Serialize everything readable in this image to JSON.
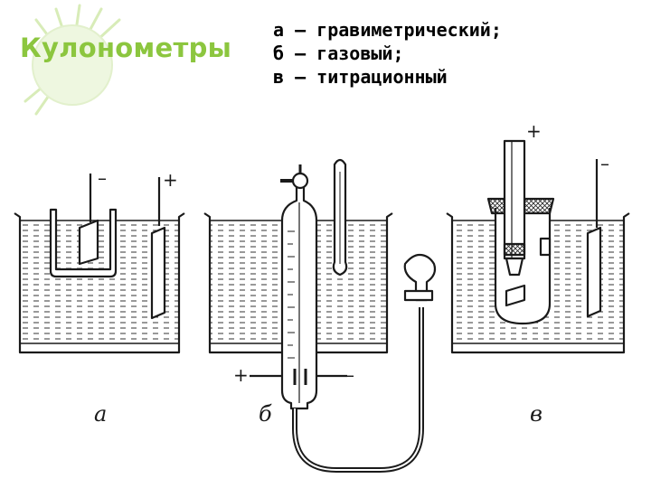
{
  "title": "Кулонометры",
  "legend": {
    "a": "а – гравиметрический;",
    "b": "б – газовый;",
    "c": "в – титрационный"
  },
  "figure": {
    "labels": {
      "a": "а",
      "b": "б",
      "c": "в"
    },
    "signs": {
      "plus": "+",
      "minus": "–"
    }
  },
  "colors": {
    "accent": "#8cc63f",
    "ink": "#1a1a1a"
  },
  "icons": [
    "leaf-decoration-icon"
  ]
}
